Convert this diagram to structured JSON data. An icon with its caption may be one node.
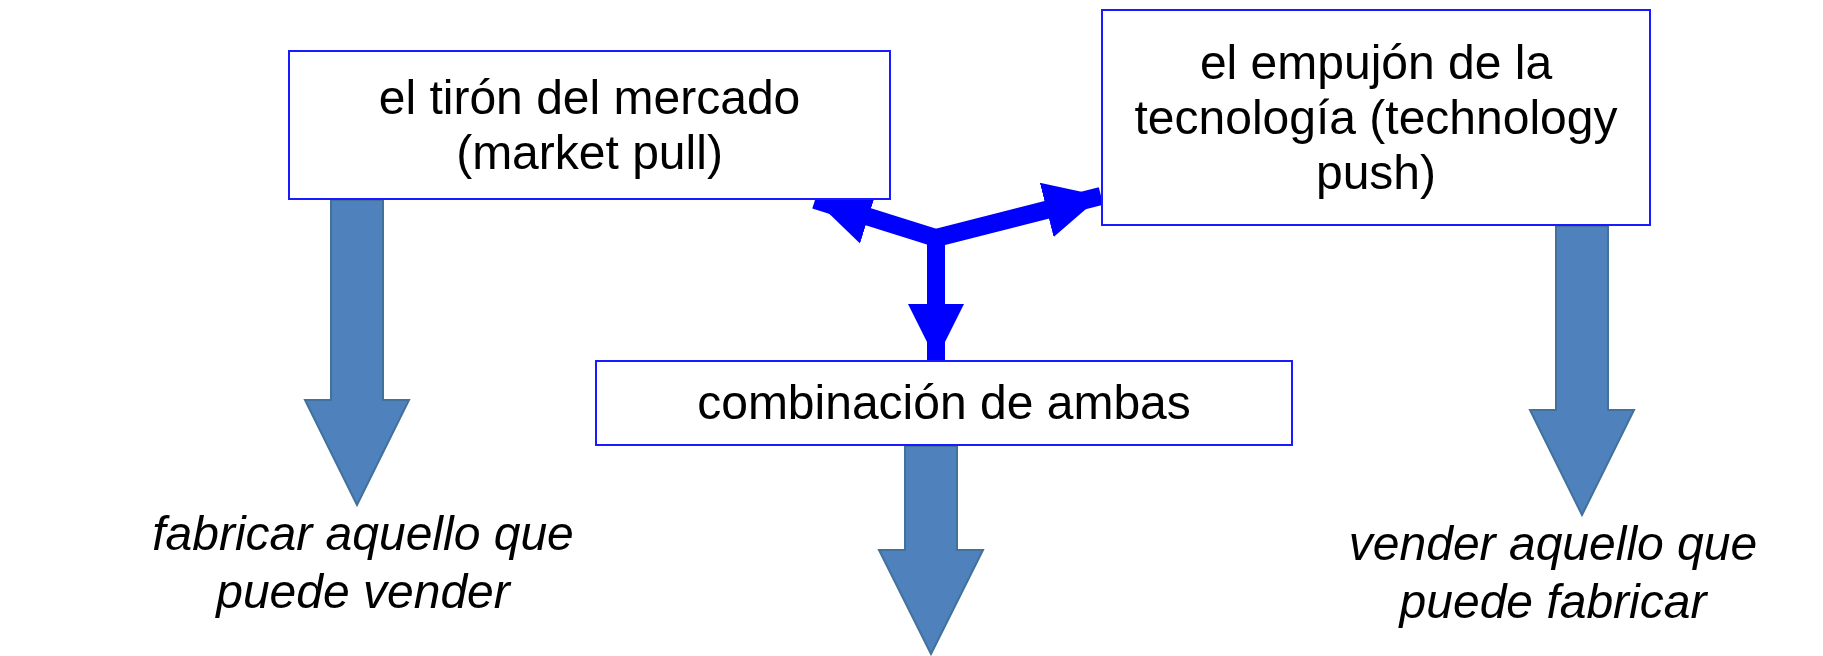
{
  "diagram": {
    "nodes": [
      {
        "text": [
          "el tirón del mercado (market pull)"
        ]
      },
      {
        "text": [
          "el empujón de la tecnología (technology push)"
        ]
      },
      {
        "text": [
          "combinación de ambas"
        ]
      },
      {
        "text": [
          "fabricar aquello que puede vender"
        ]
      },
      {
        "text": [
          "vender aquello que puede fabricar"
        ]
      }
    ],
    "edges": [
      {
        "from": null,
        "to": 0,
        "arrow": "to",
        "color": "#0000ff"
      },
      {
        "from": null,
        "to": 1,
        "arrow": "to",
        "color": "#0000ff"
      },
      {
        "from": null,
        "to": 2,
        "arrow": "to",
        "color": "#0000ff"
      },
      {
        "from": 0,
        "to": 3,
        "arrow": "to",
        "style": "thick",
        "color": "#4f81bd"
      },
      {
        "from": 1,
        "to": 4,
        "arrow": "to",
        "style": "thick",
        "color": "#4f81bd"
      },
      {
        "from": 2,
        "to": null,
        "arrow": "to",
        "style": "thick",
        "color": "#4f81bd"
      }
    ]
  }
}
